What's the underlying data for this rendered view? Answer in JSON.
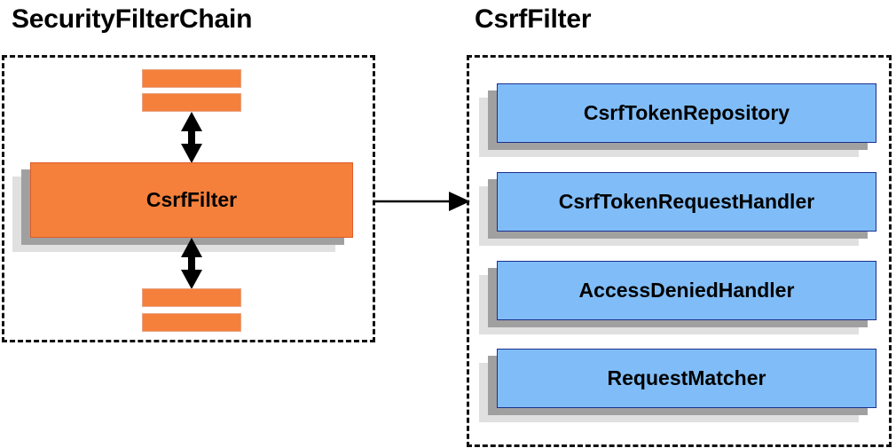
{
  "diagram": {
    "type": "component-relationship-diagram",
    "background_color": "#ffffff",
    "colors": {
      "filter_fill": "#f4803c",
      "filter_border": "#e05a28",
      "collaborator_fill": "#80bdf8",
      "collaborator_border": "#1a2f8f",
      "shadow_near": "#a0a0a0",
      "shadow_far": "#e0e0e0",
      "outline_dashed": "#111111",
      "text": "#000000"
    }
  },
  "left_panel": {
    "title": "SecurityFilterChain",
    "filter": {
      "label": "CsrfFilter"
    },
    "unlabeled_filters_above_count": 2,
    "unlabeled_filters_below_count": 2,
    "arrows": {
      "above_label": "bidirectional",
      "below_label": "bidirectional"
    }
  },
  "right_panel": {
    "title": "CsrfFilter",
    "collaborators": [
      {
        "label": "CsrfTokenRepository"
      },
      {
        "label": "CsrfTokenRequestHandler"
      },
      {
        "label": "AccessDeniedHandler"
      },
      {
        "label": "RequestMatcher"
      }
    ]
  },
  "connector": {
    "from": "left_panel.filter",
    "to": "right_panel",
    "direction": "right",
    "label": ""
  }
}
